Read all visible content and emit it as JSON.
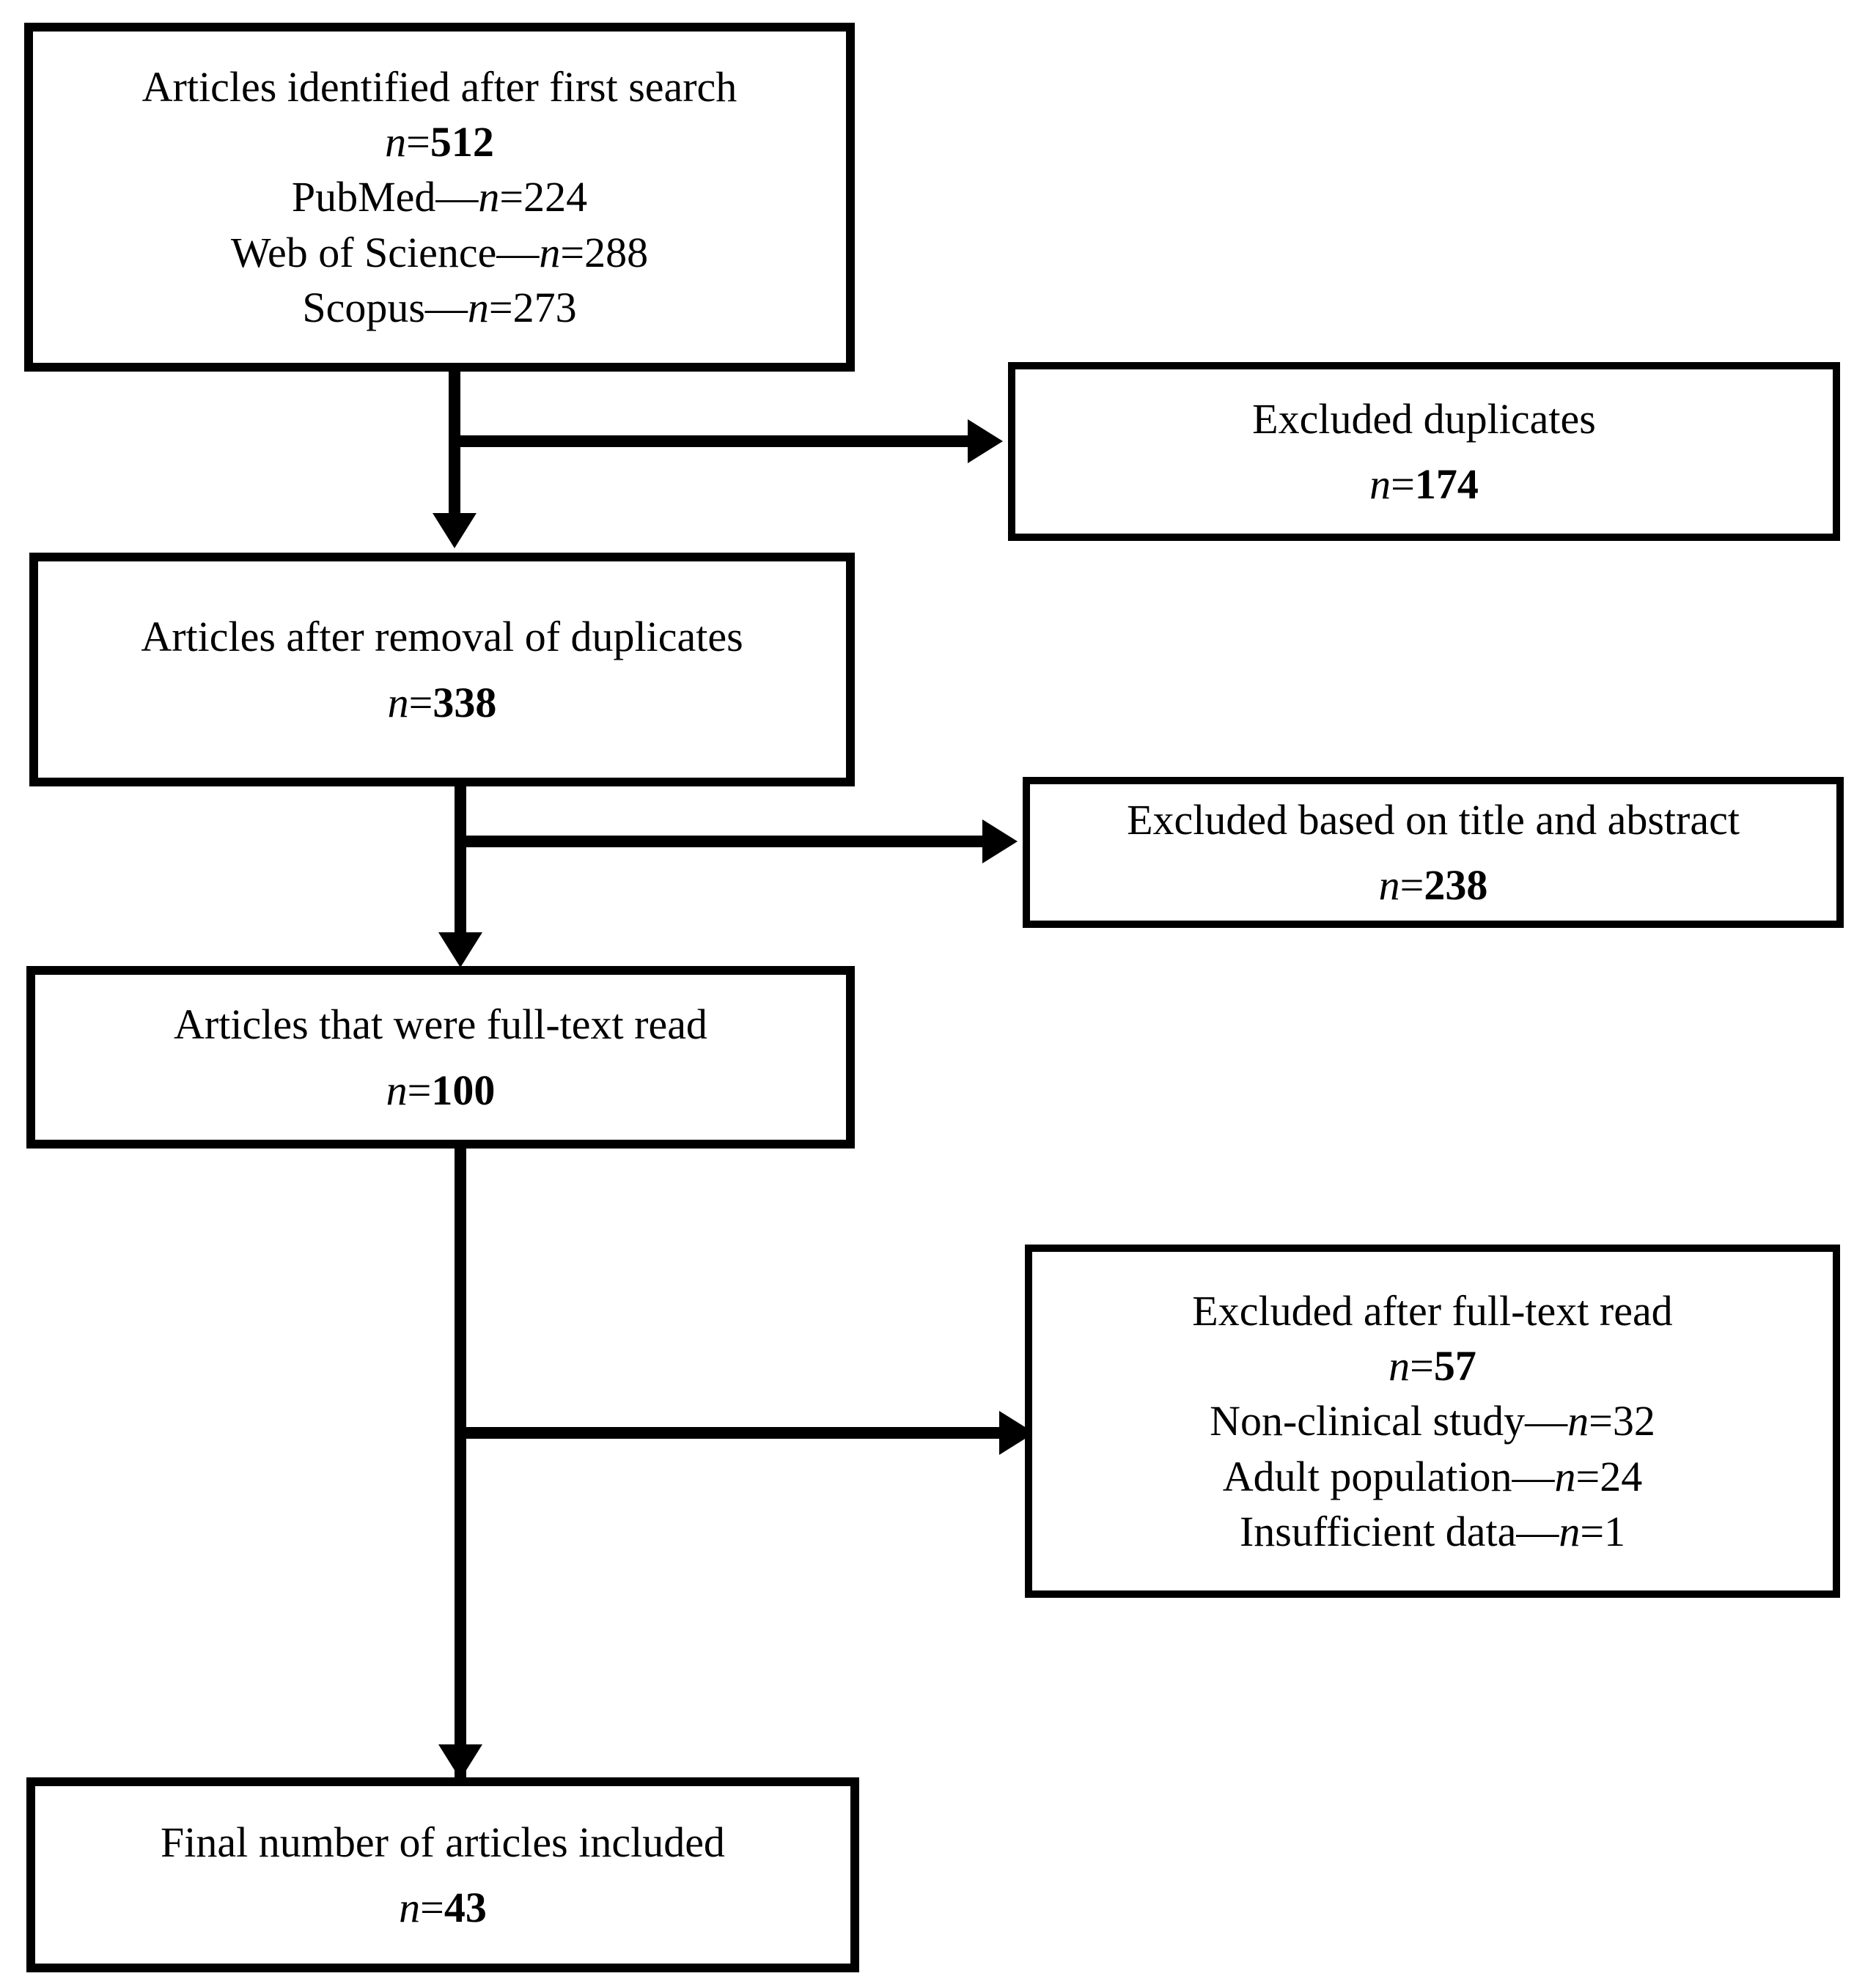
{
  "diagram": {
    "type": "prisma-flow-diagram",
    "title": "Article selection flow",
    "accent_color": "#000000",
    "background_color": "#ffffff"
  },
  "boxes": {
    "identified": {
      "title": "Articles identified after first search",
      "n_label": "n",
      "n_value": "512",
      "sources": [
        {
          "name": "PubMed",
          "n_label": "n",
          "n_value": "224",
          "text": "PubMed—n=224"
        },
        {
          "name": "Web of Science",
          "n_label": "n",
          "n_value": "288",
          "text": "Web of Science—n=288"
        },
        {
          "name": "Scopus",
          "n_label": "n",
          "n_value": "273",
          "text": "Scopus—n=273"
        }
      ]
    },
    "excluded_duplicates": {
      "title": "Excluded duplicates",
      "n_label": "n",
      "n_value": "174"
    },
    "after_duplicates": {
      "title": "Articles after removal of duplicates",
      "n_label": "n",
      "n_value": "338"
    },
    "excluded_title_abstract": {
      "title": "Excluded based on title and abstract",
      "n_label": "n",
      "n_value": "238"
    },
    "full_text_read": {
      "title": "Articles that were full-text read",
      "n_label": "n",
      "n_value": "100"
    },
    "excluded_full_text": {
      "title": "Excluded after full-text read",
      "n_label": "n",
      "n_value": "57",
      "reasons": [
        {
          "name": "Non-clinical study",
          "n_label": "n",
          "n_value": "32",
          "text": "Non-clinical study—n=32"
        },
        {
          "name": "Adult population",
          "n_label": "n",
          "n_value": "24",
          "text": "Adult population—n=24"
        },
        {
          "name": "Insufficient data",
          "n_label": "n",
          "n_value": "1",
          "text": "Insufficient data—n=1"
        }
      ]
    },
    "final_included": {
      "title": "Final number of articles included",
      "n_label": "n",
      "n_value": "43"
    }
  },
  "chart_data": {
    "type": "diagram",
    "title": "PRISMA article selection flow",
    "nodes": [
      {
        "id": "identified",
        "label": "Articles identified after first search",
        "n": 512,
        "breakdown": {
          "PubMed": 224,
          "Web of Science": 288,
          "Scopus": 273
        }
      },
      {
        "id": "excluded_duplicates",
        "label": "Excluded duplicates",
        "n": 174
      },
      {
        "id": "after_duplicates",
        "label": "Articles after removal of duplicates",
        "n": 338
      },
      {
        "id": "excluded_title_abstract",
        "label": "Excluded based on title and abstract",
        "n": 238
      },
      {
        "id": "full_text_read",
        "label": "Articles that were full-text read",
        "n": 100
      },
      {
        "id": "excluded_full_text",
        "label": "Excluded after full-text read",
        "n": 57,
        "breakdown": {
          "Non-clinical study": 32,
          "Adult population": 24,
          "Insufficient data": 1
        }
      },
      {
        "id": "final_included",
        "label": "Final number of articles included",
        "n": 43
      }
    ],
    "edges": [
      {
        "from": "identified",
        "to": "excluded_duplicates",
        "direction": "right"
      },
      {
        "from": "identified",
        "to": "after_duplicates",
        "direction": "down"
      },
      {
        "from": "after_duplicates",
        "to": "excluded_title_abstract",
        "direction": "right"
      },
      {
        "from": "after_duplicates",
        "to": "full_text_read",
        "direction": "down"
      },
      {
        "from": "full_text_read",
        "to": "excluded_full_text",
        "direction": "right"
      },
      {
        "from": "full_text_read",
        "to": "final_included",
        "direction": "down"
      }
    ]
  }
}
